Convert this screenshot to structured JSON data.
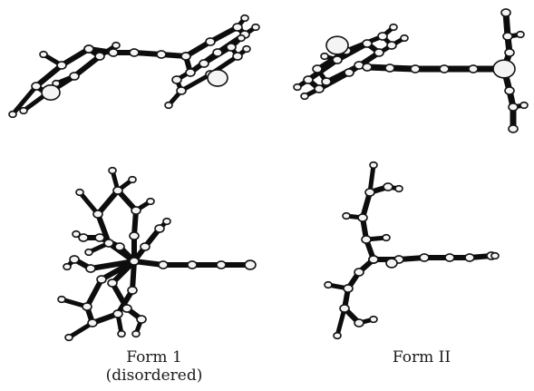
{
  "captions": {
    "form1_line1": "Form 1",
    "form1_line2": "(disordered)",
    "form2": "Form II"
  },
  "colors": {
    "bond": "#0d0d0d",
    "atom_fill": "#f4f4f4",
    "atom_stroke": "#111111",
    "background": "#ffffff"
  }
}
